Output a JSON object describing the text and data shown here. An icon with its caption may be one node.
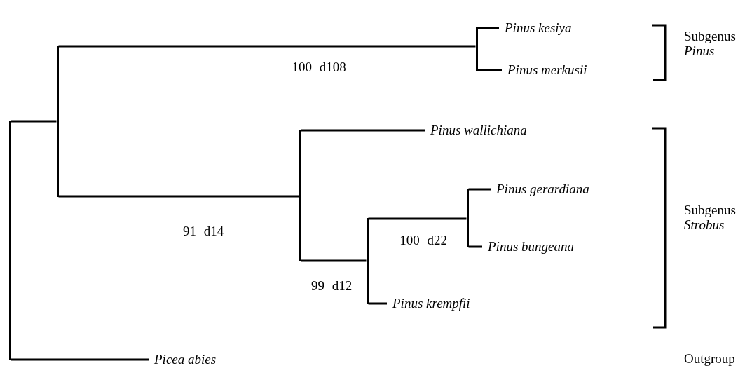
{
  "diagram": {
    "nodes": [
      {
        "text": [
          "Pinus kesiya"
        ]
      },
      {
        "text": [
          "Pinus merkusii"
        ]
      },
      {
        "text": [
          "Pinus wallichiana"
        ]
      },
      {
        "text": [
          "Pinus gerardiana"
        ]
      },
      {
        "text": [
          "Pinus bungeana"
        ]
      },
      {
        "text": [
          "Pinus krempfii"
        ]
      },
      {
        "text": [
          "Picea abies"
        ]
      },
      {
        "text": [],
        "shape": "bar"
      },
      {
        "text": [],
        "shape": "bar"
      },
      {
        "text": [],
        "shape": "bar"
      },
      {
        "text": [],
        "shape": "bar"
      },
      {
        "text": [],
        "shape": "bar"
      },
      {
        "text": [],
        "shape": "bar"
      }
    ],
    "edges": [
      {
        "from": 7,
        "to": 8,
        "arrow": "none"
      },
      {
        "from": 7,
        "to": 6,
        "arrow": "none"
      },
      {
        "from": 8,
        "to": 9,
        "arrow": "none",
        "label": "100 d108"
      },
      {
        "from": 8,
        "to": 10,
        "arrow": "none",
        "label": "91 d14"
      },
      {
        "from": 9,
        "to": 0,
        "arrow": "none"
      },
      {
        "from": 9,
        "to": 1,
        "arrow": "none"
      },
      {
        "from": 10,
        "to": 2,
        "arrow": "none"
      },
      {
        "from": 10,
        "to": 11,
        "arrow": "none",
        "label": "99 d12"
      },
      {
        "from": 11,
        "to": 12,
        "arrow": "none",
        "label": "100 d22"
      },
      {
        "from": 11,
        "to": 5,
        "arrow": "none"
      },
      {
        "from": 12,
        "to": 3,
        "arrow": "none"
      },
      {
        "from": 12,
        "to": 4,
        "arrow": "none"
      }
    ],
    "labels": [
      "Subgenus *Pinus*",
      "Subgenus *Strobus*",
      "Outgroup"
    ]
  }
}
